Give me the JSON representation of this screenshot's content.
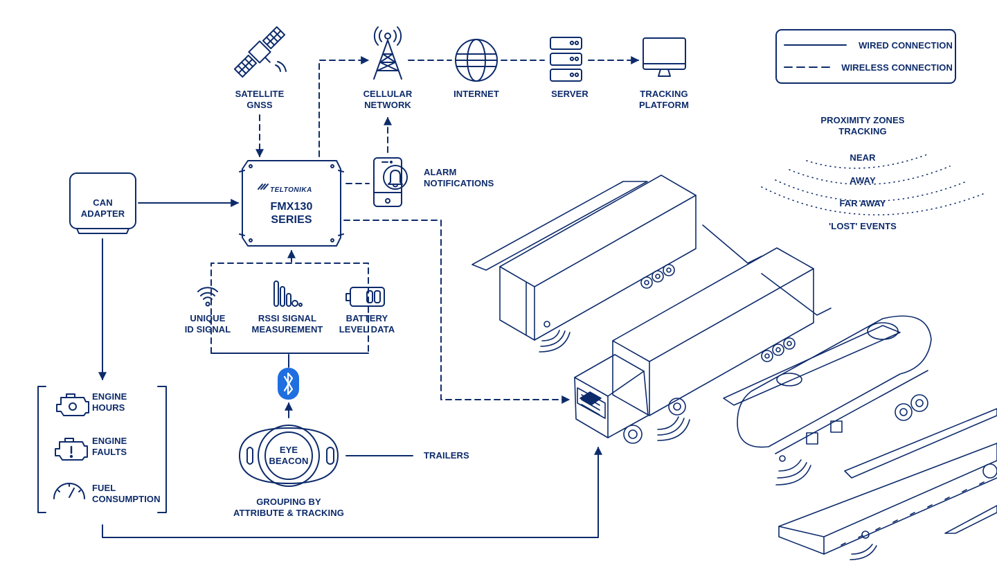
{
  "legend": {
    "wired": "WIRED CONNECTION",
    "wireless": "WIRELESS CONNECTION"
  },
  "top_row": {
    "satellite": "SATELLITE\nGNSS",
    "cellular": "CELLULAR\nNETWORK",
    "internet": "INTERNET",
    "server": "SERVER",
    "tracking": "TRACKING\nPLATFORM"
  },
  "device": {
    "brand": "TELTONIKA",
    "model": "FMx130\nSERIES"
  },
  "can_adapter": "CAN ADAPTER",
  "alarm": "ALARM\nNOTIFICATIONS",
  "beacon_data": {
    "unique_id": "UNIQUE\nID SIGNAL",
    "rssi": "RSSI SIGNAL\nMEASUREMENT",
    "battery": "BATTERY\nLEVEL DATA"
  },
  "beacon": {
    "name": "EYE\nBEACON",
    "caption": "GROUPING BY\nATTRIBUTE & TRACKING",
    "trailers": "TRAILERS"
  },
  "can_data": {
    "engine_hours": "ENGINE\nHOURS",
    "engine_faults": "ENGINE\nFAULTS",
    "fuel": "FUEL\nCONSUMPTION"
  },
  "proximity": {
    "title": "PROXIMITY ZONES\nTRACKING",
    "near": "NEAR",
    "away": "AWAY",
    "far_away": "FAR AWAY",
    "lost": "'LOST' EVENTS"
  },
  "icons": {
    "satellite": "satellite-icon",
    "tower": "cell-tower-icon",
    "globe": "globe-icon",
    "server": "server-icon",
    "monitor": "monitor-icon",
    "phone": "phone-alarm-icon",
    "bluetooth": "bluetooth-icon",
    "wifi": "wifi-icon",
    "signal": "signal-bars-icon",
    "battery": "battery-icon",
    "engine": "engine-icon",
    "gauge": "gauge-icon"
  },
  "colors": {
    "primary": "#0d2b6b",
    "bluetooth": "#1f6fe0",
    "background": "#ffffff"
  }
}
